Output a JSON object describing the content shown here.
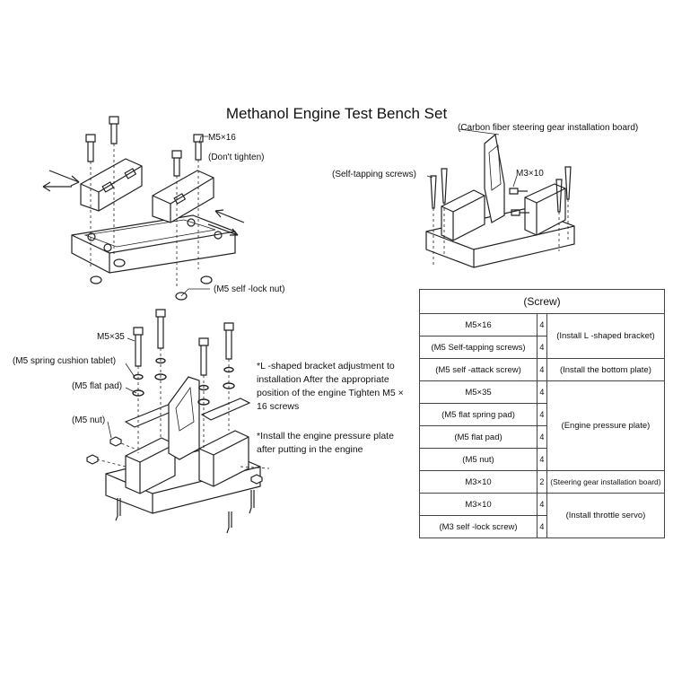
{
  "title": "Methanol Engine Test Bench Set",
  "diagram1": {
    "screw_label": "M5×16",
    "screw_note": "(Don't tighten)",
    "nut_label": "(M5 self -lock nut)"
  },
  "diagram2": {
    "board_label": "(Carbon fiber steering gear installation board)",
    "self_tap_label": "(Self-tapping screws)",
    "m3_label": "M3×10"
  },
  "diagram3": {
    "m5x35_label": "M5×35",
    "spring_label": "(M5 spring cushion tablet)",
    "flat_label": "(M5 flat pad)",
    "nut_label": "(M5 nut)"
  },
  "notes": {
    "note1": "*L -shaped bracket adjustment to installation  After the appropriate position of the engine  Tighten M5 × 16 screws",
    "note2": "*Install the engine pressure plate after putting in the engine"
  },
  "table": {
    "header": "(Screw)",
    "rows": [
      {
        "part": "M5×16",
        "qty": "4"
      },
      {
        "part": "(M5 Self-tapping screws)",
        "qty": "4"
      },
      {
        "part": "(M5 self -attack screw)",
        "qty": "4"
      },
      {
        "part": "M5×35",
        "qty": "4"
      },
      {
        "part": "(M5 flat spring pad)",
        "qty": "4"
      },
      {
        "part": "(M5 flat pad)",
        "qty": "4"
      },
      {
        "part": "(M5 nut)",
        "qty": "4"
      },
      {
        "part": "M3×10",
        "qty": "2"
      },
      {
        "part": "M3×10",
        "qty": "4"
      },
      {
        "part": "(M3 self -lock screw)",
        "qty": "4"
      }
    ],
    "uses": [
      "(Install L -shaped bracket)",
      "(Install the bottom plate)",
      "(Engine pressure plate)",
      "(Steering gear installation board)",
      "(Install throttle servo)"
    ]
  }
}
